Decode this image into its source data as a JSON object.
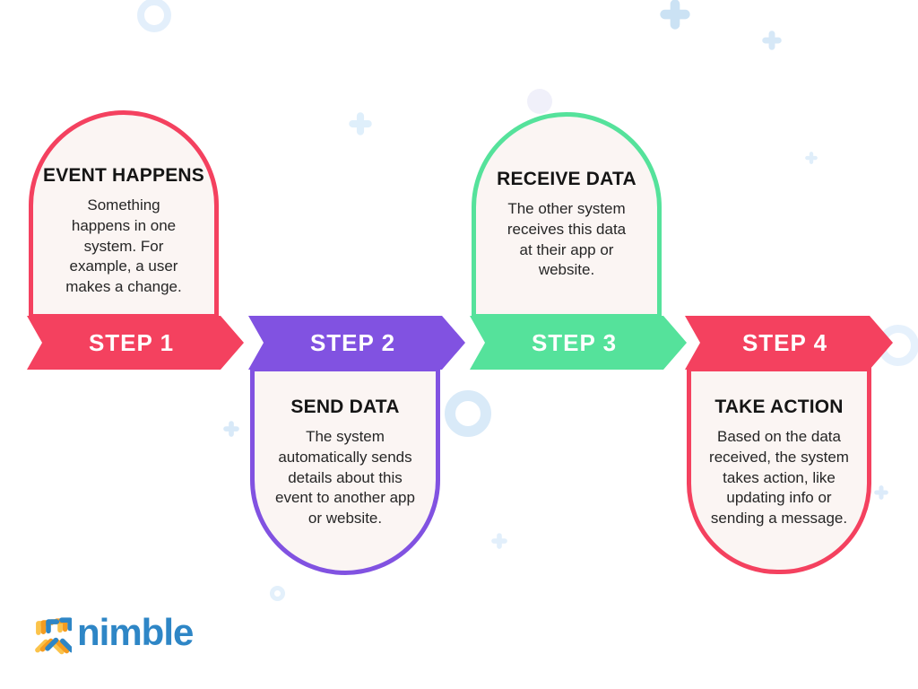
{
  "palette": {
    "step_red": "#F4415F",
    "step_purple": "#8152E1",
    "step_green": "#55E29B",
    "arch_fill": "#FBF5F3",
    "banner_text": "#FFFFFF",
    "decor_blue": "#D9E9F8",
    "logo_blue": "#2E86C6",
    "logo_orange": "#F49C20",
    "logo_yellow": "#FBC34A"
  },
  "steps": [
    {
      "label": "STEP 1",
      "title": "EVENT HAPPENS",
      "description": "Something\nhappens in one\nsystem. For\nexample, a user\nmakes a change.",
      "color": "#F4415F",
      "arch_position": "above"
    },
    {
      "label": "STEP 2",
      "title": "SEND DATA",
      "description": "The system\nautomatically sends\ndetails about this\nevent to another app\nor website.",
      "color": "#8152E1",
      "arch_position": "below"
    },
    {
      "label": "STEP 3",
      "title": "RECEIVE DATA",
      "description": "The other system\nreceives this data\nat their app or\nwebsite.",
      "color": "#55E29B",
      "arch_position": "above"
    },
    {
      "label": "STEP 4",
      "title": "TAKE ACTION",
      "description": "Based on the data\nreceived, the system\ntakes action, like\nupdating info or\nsending a message.",
      "color": "#F4415F",
      "arch_position": "below"
    }
  ],
  "logo": {
    "text": "nimble",
    "icon": "nimble-star-icon"
  },
  "decorations": {
    "plus_icon": "plus-icon",
    "ring_icon": "ring-icon"
  }
}
